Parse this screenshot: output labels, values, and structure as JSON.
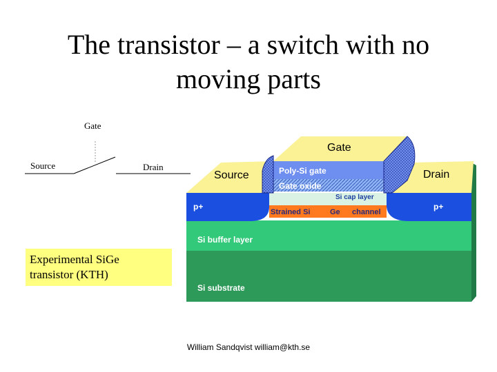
{
  "slide": {
    "title_line1": "The transistor – a switch with no",
    "title_line2": "moving parts"
  },
  "switch_diagram": {
    "gate_label": "Gate",
    "source_label": "Source",
    "drain_label": "Drain"
  },
  "caption": {
    "line1": "Experimental SiGe",
    "line2": "transistor (KTH)"
  },
  "device": {
    "gate_label": "Gate",
    "source_label": "Source",
    "drain_label": "Drain",
    "poly_si_gate": "Poly-Si gate",
    "gate_oxide": "Gate oxide",
    "si_cap_layer": "Si cap layer",
    "p_plus_left": "p+",
    "p_plus_right": "p+",
    "strained_si": "Strained Si",
    "ge": "Ge",
    "channel": "channel",
    "si_buffer_layer": "Si buffer layer",
    "si_substrate": "Si substrate"
  },
  "colors": {
    "substrate": "#2e9a5a",
    "buffer": "#33c97a",
    "p_plus": "#1a4fe0",
    "top_yellow": "#fbf296",
    "poly_gate": "#6f8ff0",
    "channel_orange": "#ff7a1e",
    "cap_layer": "#d9f2e3",
    "caption_bg": "#ffff80"
  },
  "footer": {
    "text": "William Sandqvist  william@kth.se"
  }
}
